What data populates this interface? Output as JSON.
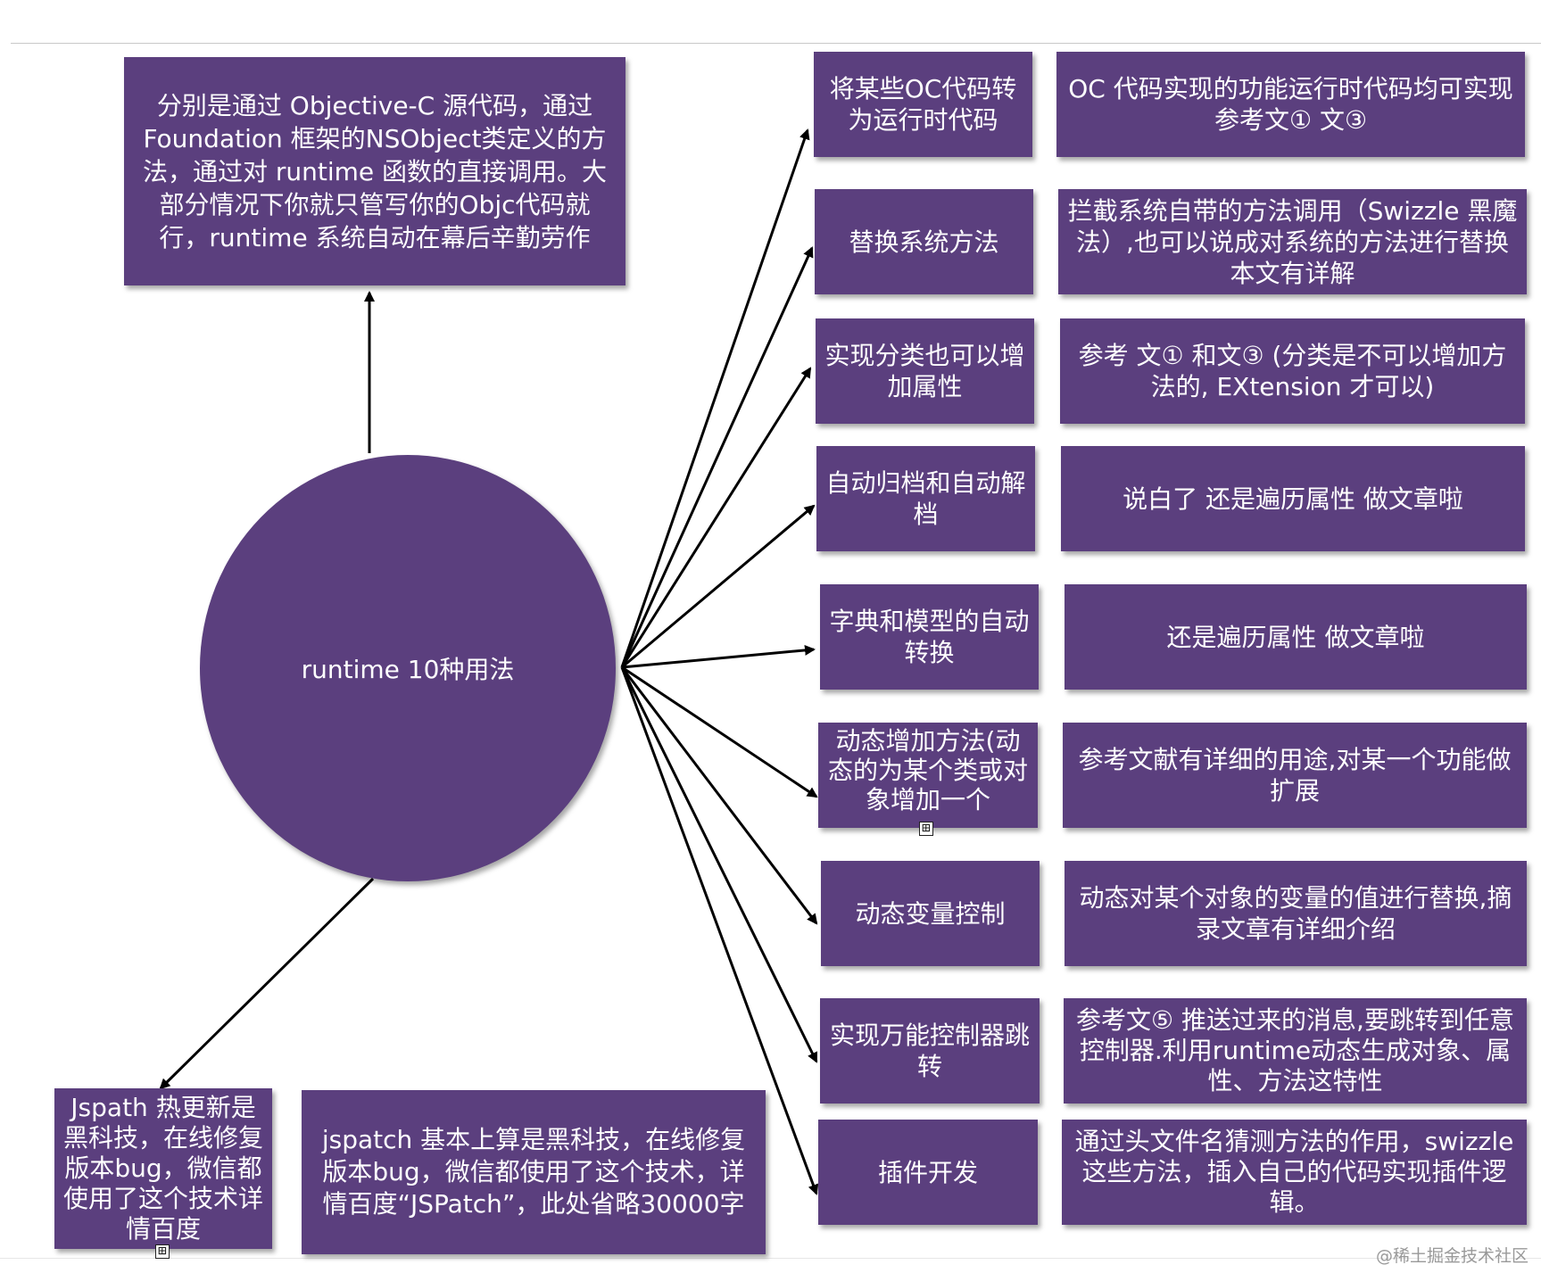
{
  "center": {
    "label": "runtime  10种用法"
  },
  "top_note": {
    "text": "分别是通过 Objective-C 源代码，通过 Foundation 框架的NSObject类定义的方法，通过对 runtime 函数的直接调用。大部分情况下你就只管写你的Objc代码就行，runtime 系统自动在幕后辛勤劳作"
  },
  "bottom_left": {
    "short_text": "Jspath 热更新是黑科技，在线修复版本bug，微信都使用了这个技术详情百度",
    "long_text": "jspatch 基本上算是黑科技，在线修复版本bug，微信都使用了这个技术，详情百度“JSPatch”，此处省略30000字"
  },
  "usages": [
    {
      "name": "将某些OC代码转为运行时代码",
      "detail": "OC 代码实现的功能运行时代码均可实现  参考文① 文③"
    },
    {
      "name": "替换系统方法",
      "detail": "拦截系统自带的方法调用（Swizzle 黑魔法）,也可以说成对系统的方法进行替换 本文有详解"
    },
    {
      "name": "实现分类也可以增加属性",
      "detail": "参考 文① 和文③ (分类是不可以增加方法的, EXtension 才可以)"
    },
    {
      "name": "自动归档和自动解档",
      "detail": "说白了 还是遍历属性 做文章啦"
    },
    {
      "name": "字典和模型的自动转换",
      "detail": "还是遍历属性 做文章啦"
    },
    {
      "name": "动态增加方法(动态的为某个类或对象增加一个",
      "detail": "参考文献有详细的用途,对某一个功能做扩展"
    },
    {
      "name": "动态变量控制",
      "detail": "动态对某个对象的变量的值进行替换,摘录文章有详细介绍"
    },
    {
      "name": "实现万能控制器跳转",
      "detail": "参考文⑤ 推送过来的消息,要跳转到任意控制器.利用runtime动态生成对象、属性、方法这特性"
    },
    {
      "name": "插件开发",
      "detail": "通过头文件名猜测方法的作用，swizzle 这些方法，插入自己的代码实现插件逻辑。"
    }
  ],
  "expander_glyph": "⊞",
  "watermark": "@稀土掘金技术社区"
}
